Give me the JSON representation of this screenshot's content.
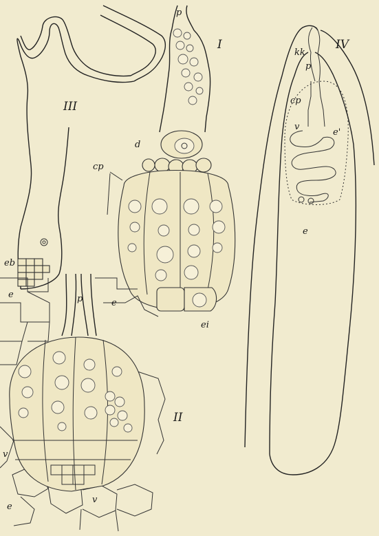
{
  "figure_labels": {
    "I": "I",
    "II": "II",
    "III": "III",
    "IV": "IV"
  },
  "annotations": {
    "p_top": "p",
    "d": "d",
    "cp": "cp",
    "eb": "eb",
    "ei": "ei",
    "p_mid": "p",
    "e_left": "e",
    "e_right": "e",
    "v_left": "v",
    "e_bottom": "e",
    "v_bottom": "v",
    "kk": "kk",
    "p_iv": "p",
    "cp_iv": "cp",
    "v_iv": "v",
    "e_prime_iv": "e'",
    "e_iv": "e"
  },
  "colors": {
    "paper": "#f1ebcf",
    "ink": "#222222"
  }
}
